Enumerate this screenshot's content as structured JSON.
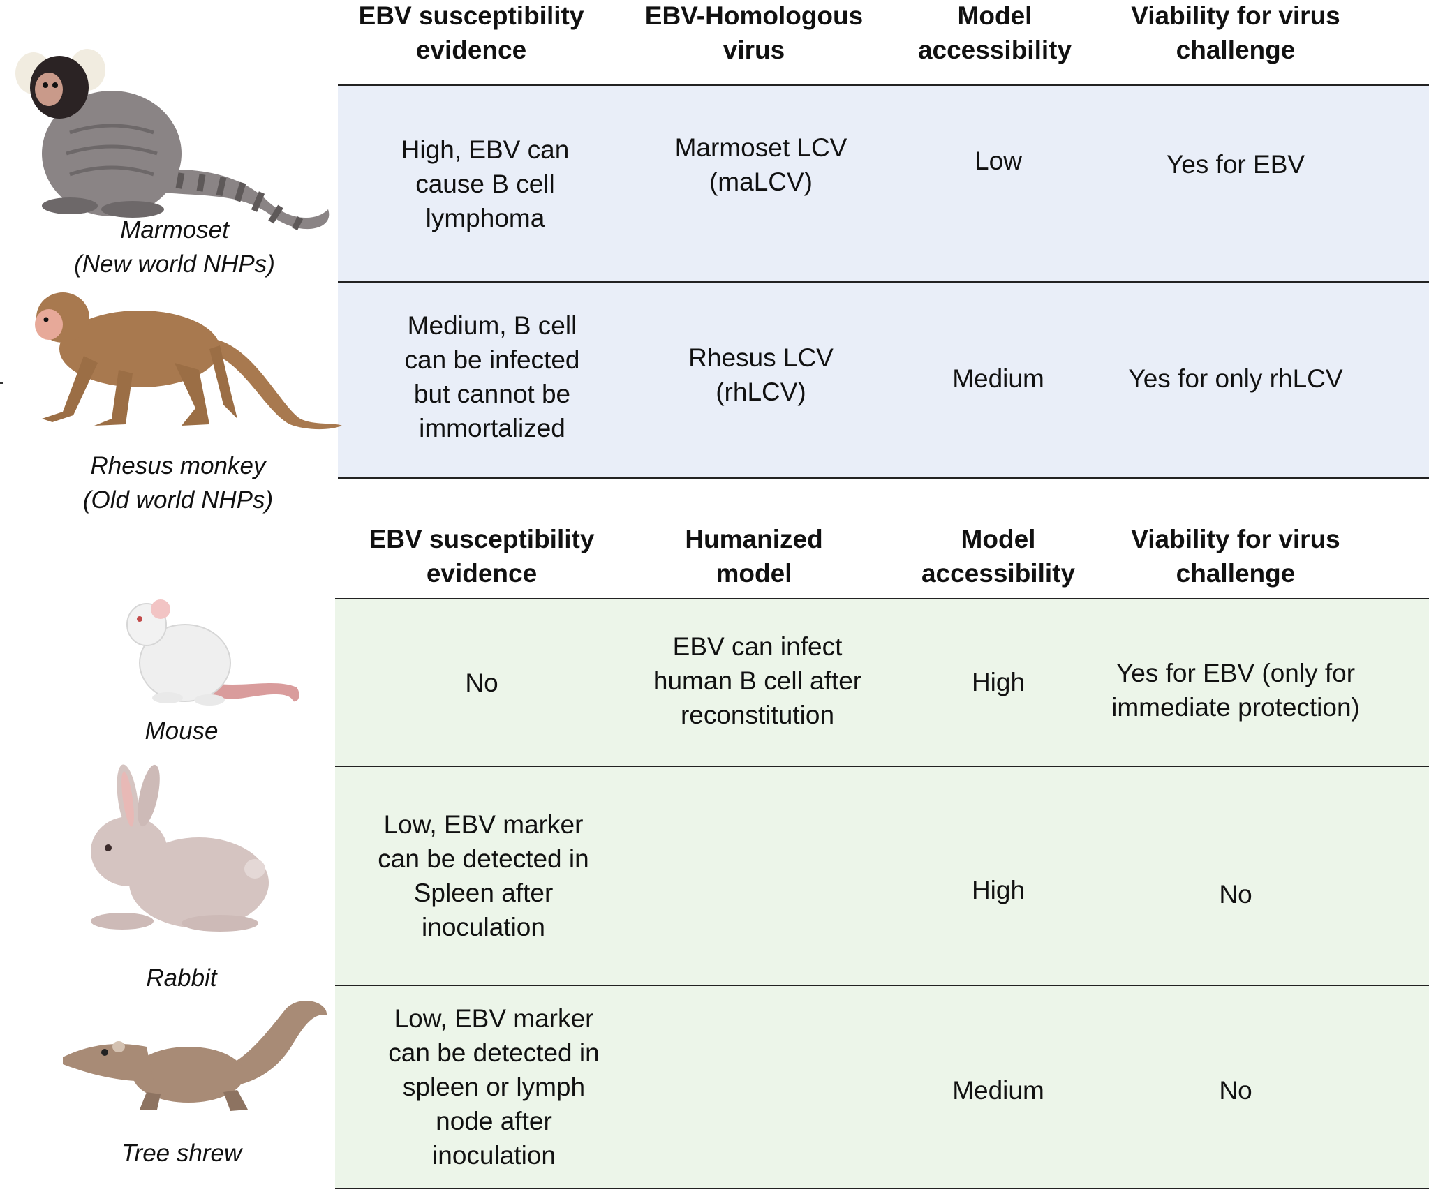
{
  "colors": {
    "nhp_band": "#e9eef8",
    "small_band": "#ecf5e9",
    "rule": "#222222"
  },
  "section_nhp": {
    "headers": {
      "susceptibility": "EBV susceptibility\nevidence",
      "model_col": "EBV-Homologous\nvirus",
      "accessibility": "Model\naccessibility",
      "viability": "Viability for virus\nchallenge"
    },
    "rows": [
      {
        "animal": "Marmoset\n(New world NHPs)",
        "icon": "marmoset-icon",
        "susceptibility": "High, EBV can\ncause B cell\nlymphoma",
        "model_col": "Marmoset LCV\n(maLCV)",
        "accessibility": "Low",
        "viability": "Yes for EBV"
      },
      {
        "animal": "Rhesus monkey\n(Old world NHPs)",
        "icon": "rhesus-monkey-icon",
        "susceptibility": "Medium, B cell\ncan be infected\nbut cannot be\nimmortalized",
        "model_col": "Rhesus LCV\n(rhLCV)",
        "accessibility": "Medium",
        "viability": "Yes for only rhLCV"
      }
    ]
  },
  "section_small": {
    "headers": {
      "susceptibility": "EBV susceptibility\nevidence",
      "model_col": "Humanized\nmodel",
      "accessibility": "Model\naccessibility",
      "viability": "Viability for virus\nchallenge"
    },
    "rows": [
      {
        "animal": "Mouse",
        "icon": "mouse-icon",
        "susceptibility": "No",
        "model_col": "EBV can infect\nhuman B cell after\nreconstitution",
        "accessibility": "High",
        "viability": "Yes for EBV (only for\nimmediate protection)"
      },
      {
        "animal": "Rabbit",
        "icon": "rabbit-icon",
        "susceptibility": "Low, EBV marker\ncan be detected in\nSpleen after\ninoculation",
        "model_col": "",
        "accessibility": "High",
        "viability": "No"
      },
      {
        "animal": "Tree shrew",
        "icon": "tree-shrew-icon",
        "susceptibility": "Low, EBV marker\ncan be detected in\nspleen or lymph\nnode after\ninoculation",
        "model_col": "",
        "accessibility": "Medium",
        "viability": "No"
      }
    ]
  }
}
